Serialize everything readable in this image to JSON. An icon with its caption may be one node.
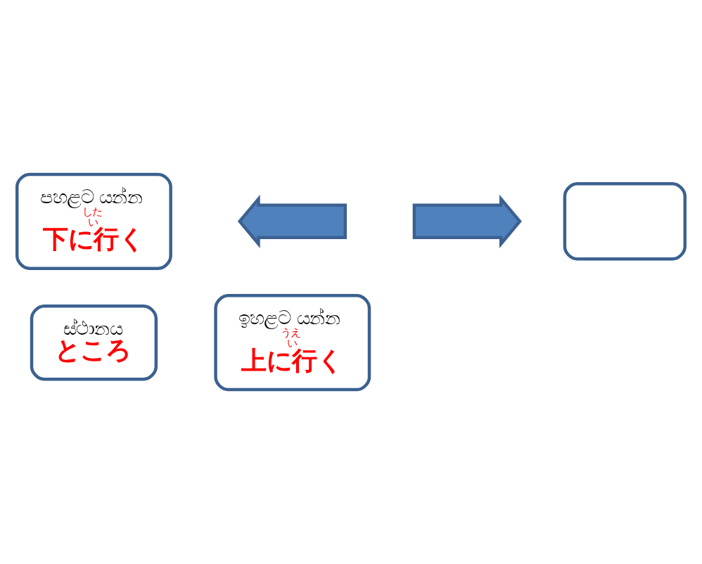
{
  "diagram": {
    "nodes": [
      {
        "text": [
          "ස්ථානය",
          "ところ"
        ]
      },
      {
        "text": [
          "ඉහළට යන්න",
          "うえ",
          "い",
          "上に行く"
        ]
      },
      {
        "text": [
          "පහළට යන්න",
          "した",
          "い",
          "下に行く"
        ]
      },
      {
        "text": [],
        "shape": "arrow"
      },
      {
        "text": [],
        "shape": "arrow"
      },
      {
        "text": [],
        "shape": "box"
      }
    ]
  }
}
